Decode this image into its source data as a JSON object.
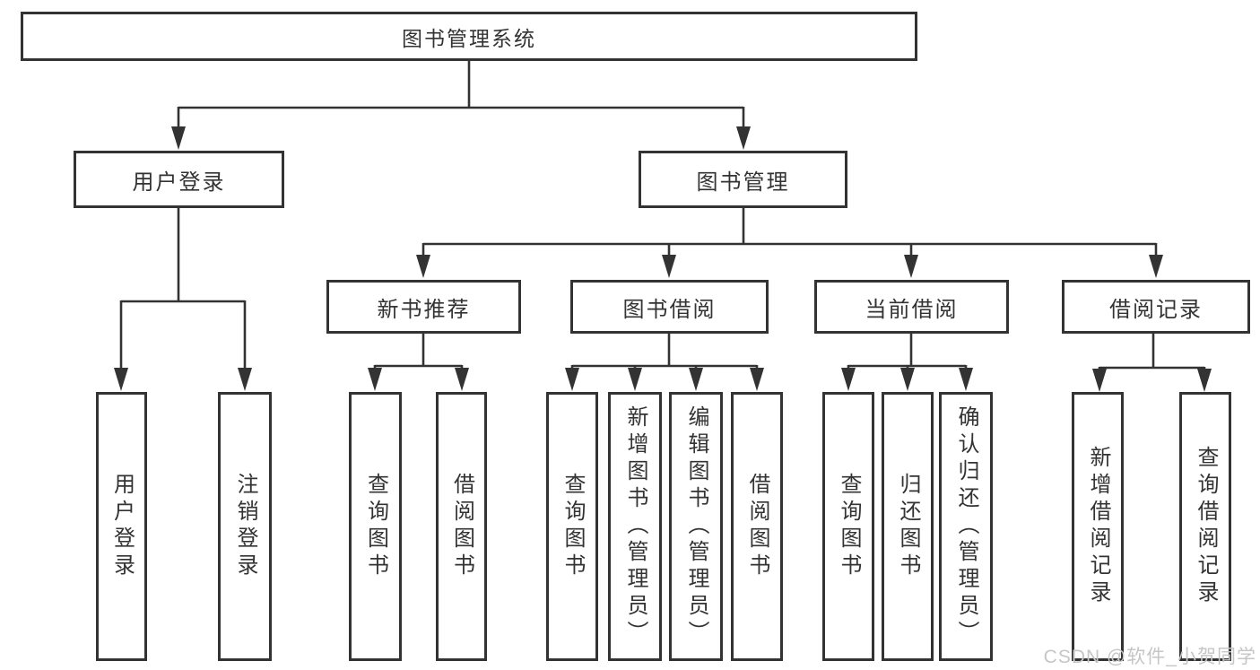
{
  "watermark": "CSDN @软件_小贺同学",
  "tree": {
    "root": "图书管理系统",
    "user_login": {
      "label": "用户登录",
      "children": {
        "login": "用户登录",
        "logout": "注销登录"
      }
    },
    "book_mgmt": {
      "label": "图书管理",
      "groups": {
        "new_book": {
          "label": "新书推荐",
          "children": {
            "query": "查询图书",
            "borrow": "借阅图书"
          }
        },
        "borrowing": {
          "label": "图书借阅",
          "children": {
            "query": "查询图书",
            "add": "新增图书（管理员）",
            "edit": "编辑图书（管理员）",
            "borrow": "借阅图书"
          }
        },
        "current": {
          "label": "当前借阅",
          "children": {
            "query": "查询图书",
            "return": "归还图书",
            "confirm": "确认归还（管理员）"
          }
        },
        "records": {
          "label": "借阅记录",
          "children": {
            "add": "新增借阅记录",
            "query": "查询借阅记录"
          }
        }
      }
    }
  }
}
